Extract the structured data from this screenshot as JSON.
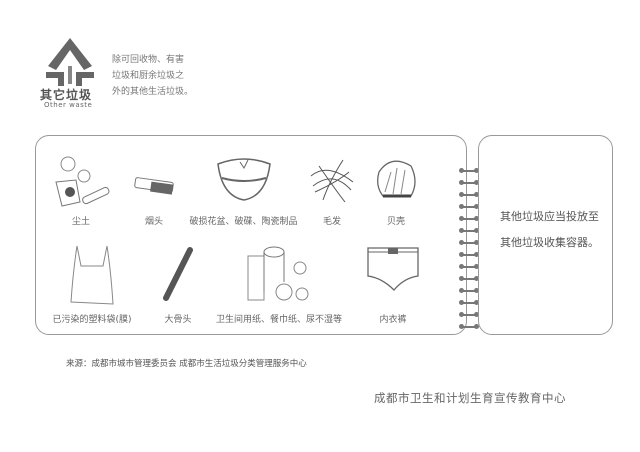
{
  "header": {
    "title": "其它垃圾",
    "subtitle": "Other waste",
    "description": [
      "除可回收物、有害",
      "垃圾和厨余垃圾之",
      "外的其他生活垃圾。"
    ]
  },
  "items": [
    {
      "label": "尘土",
      "icon": "dust-icon"
    },
    {
      "label": "烟头",
      "icon": "cigarette-icon"
    },
    {
      "label": "破损花盆、破碟、陶瓷制品",
      "icon": "broken-bowl-icon"
    },
    {
      "label": "毛发",
      "icon": "hair-icon"
    },
    {
      "label": "贝壳",
      "icon": "shell-icon"
    },
    {
      "label": "已污染的塑料袋(膜)",
      "icon": "plastic-bag-icon"
    },
    {
      "label": "大骨头",
      "icon": "bone-icon"
    },
    {
      "label": "卫生间用纸、餐巾纸、尿不湿等",
      "icon": "tissue-icon"
    },
    {
      "label": "内衣裤",
      "icon": "underwear-icon"
    }
  ],
  "instruction": [
    "其他垃圾应当投放至",
    "其他垃圾收集容器。"
  ],
  "source": "来源：成都市城市管理委员会  成都市生活垃圾分类管理服务中心",
  "organization": "成都市卫生和计划生育宣传教育中心"
}
